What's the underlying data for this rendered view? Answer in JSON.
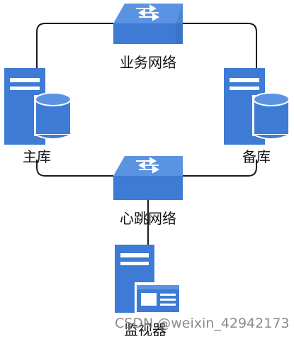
{
  "labels": {
    "business_network": "业务网络",
    "primary_db": "主库",
    "standby_db": "备库",
    "heartbeat_network": "心跳网络",
    "monitor": "监视器"
  },
  "watermark": "CSDN @weixin_42942173",
  "colors": {
    "device_blue": "#3d7bd4",
    "device_dark": "#2b5fa6",
    "device_light": "#5b93e3",
    "line": "#1a1a1a",
    "text": "#111111"
  }
}
